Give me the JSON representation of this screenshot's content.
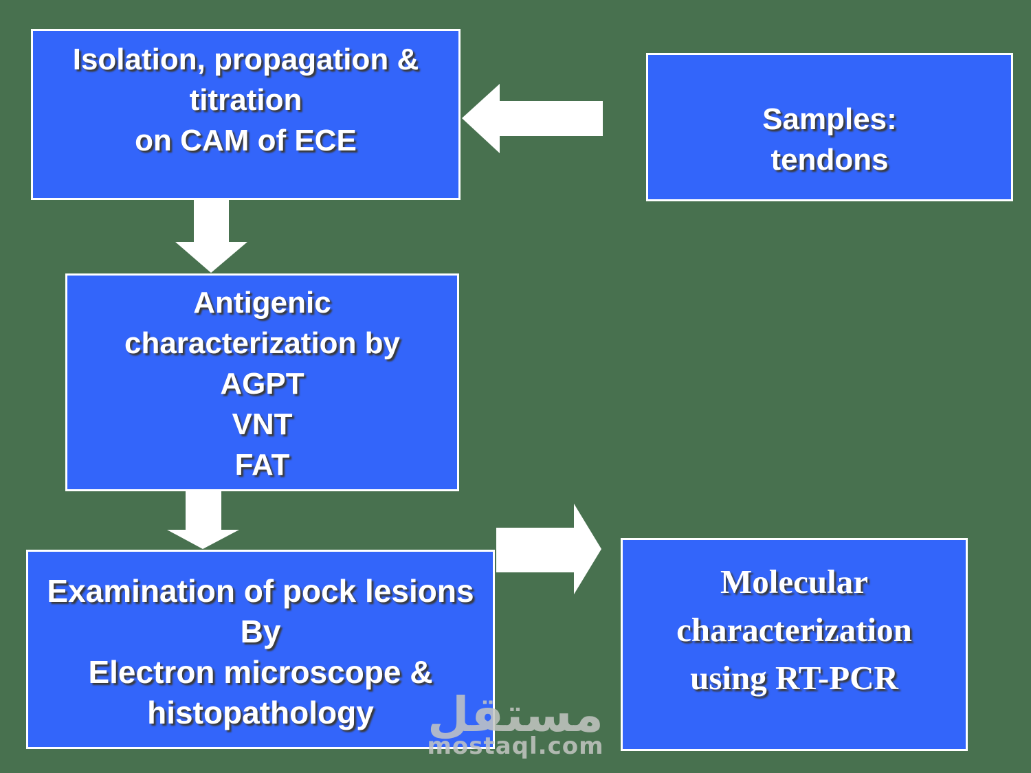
{
  "slide": {
    "background_color": "#48714F",
    "box_fill_color": "#3365FA",
    "box_border_color": "#FFFFFF",
    "text_color": "#FFFFFF",
    "shadow_color": "#3A3A3A",
    "watermark_color": "#C4C6C3"
  },
  "boxes": {
    "isolation": {
      "lines": [
        "Isolation, propagation &",
        "titration",
        "on CAM of ECE"
      ]
    },
    "samples": {
      "lines": [
        "Samples:",
        "tendons"
      ]
    },
    "antigenic": {
      "lines": [
        "Antigenic",
        "characterization by",
        "AGPT",
        "VNT",
        "FAT"
      ]
    },
    "examination": {
      "lines": [
        "Examination of pock lesions",
        "By",
        "Electron microscope &",
        "histopathology"
      ]
    },
    "molecular": {
      "lines": [
        "Molecular",
        "characterization",
        "using RT-PCR"
      ]
    }
  },
  "arrows": {
    "samples_to_isolation": "left",
    "isolation_to_antigenic": "down",
    "antigenic_to_examination": "down",
    "examination_to_molecular": "right"
  },
  "watermark": {
    "arabic": "مستقل",
    "site": "mostaql.com"
  }
}
